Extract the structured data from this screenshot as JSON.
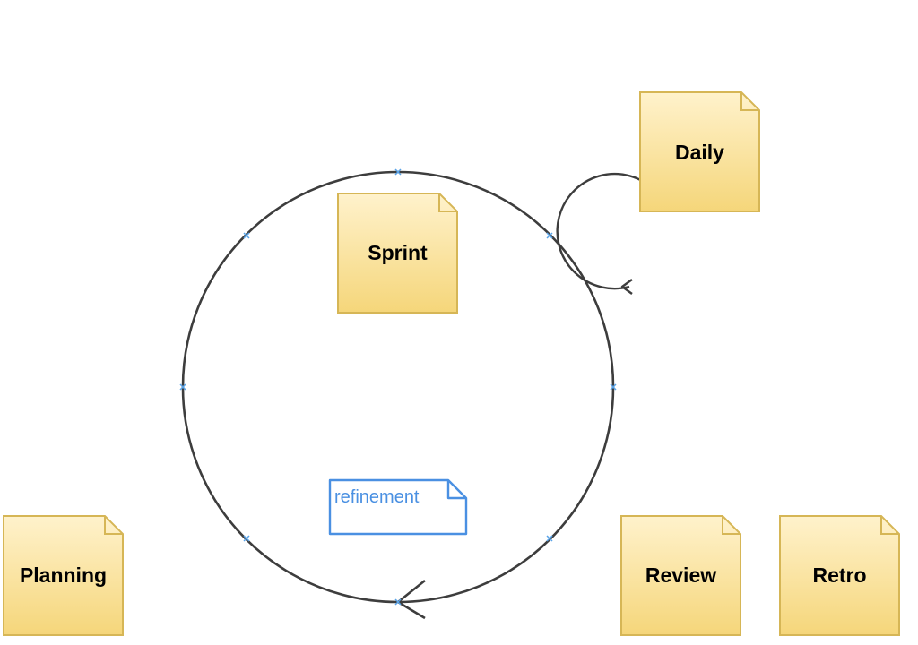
{
  "notes": {
    "sprint": {
      "label": "Sprint"
    },
    "daily": {
      "label": "Daily"
    },
    "planning": {
      "label": "Planning"
    },
    "review": {
      "label": "Review"
    },
    "retro": {
      "label": "Retro"
    }
  },
  "annotation": {
    "label": "refinement"
  },
  "colors": {
    "note_fill_top": "#fff2cc",
    "note_fill_bottom": "#f5d67a",
    "note_stroke": "#d6b656",
    "cycle_stroke": "#3d3d3d",
    "handle_color": "#5ba4e8",
    "annotation_color": "#4a90e2"
  }
}
